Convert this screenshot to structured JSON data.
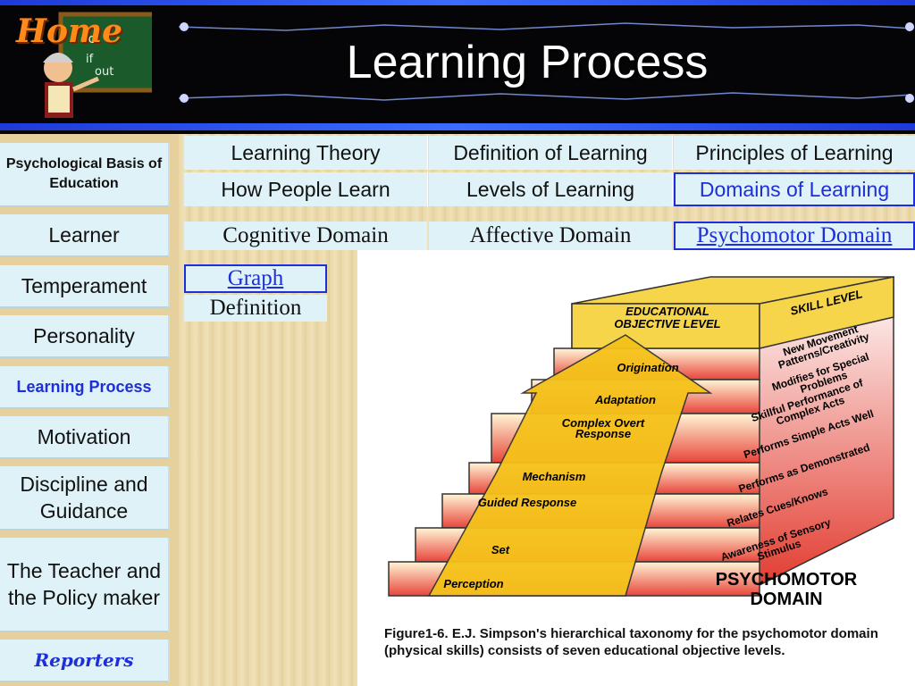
{
  "header": {
    "title": "Learning Process",
    "home_label": "Home"
  },
  "sidebar": [
    {
      "label": "Psychological Basis of Education",
      "name": "sidebar-item-psychological-basis"
    },
    {
      "label": "Learner",
      "name": "sidebar-item-learner"
    },
    {
      "label": "Temperament",
      "name": "sidebar-item-temperament"
    },
    {
      "label": "Personality",
      "name": "sidebar-item-personality"
    },
    {
      "label": "Learning Process",
      "name": "sidebar-item-learning-process"
    },
    {
      "label": "Motivation",
      "name": "sidebar-item-motivation"
    },
    {
      "label": "Discipline and Guidance",
      "name": "sidebar-item-discipline"
    },
    {
      "label": "The Teacher and the Policy maker",
      "name": "sidebar-item-teacher"
    },
    {
      "label": "Reporters",
      "name": "sidebar-item-reporters"
    }
  ],
  "nav": [
    "Learning Theory",
    "Definition of Learning",
    "Principles of Learning",
    "How People Learn",
    "Levels of Learning",
    "Domains of Learning"
  ],
  "domains": [
    "Cognitive Domain",
    "Affective Domain",
    "Psychomotor Domain"
  ],
  "subnav": {
    "graph": "Graph",
    "definition": "Definition"
  },
  "figure": {
    "header_left": "EDUCATIONAL OBJECTIVE LEVEL",
    "header_right": "SKILL LEVEL",
    "levels": [
      "Origination",
      "Adaptation",
      "Complex Overt Response",
      "Mechanism",
      "Guided Response",
      "Set",
      "Perception"
    ],
    "skills": [
      "New Movement Patterns/Creativity",
      "Modifies for Special Problems",
      "Skillful Performance of Complex Acts",
      "Performs Simple Acts Well",
      "Performs as Demonstrated",
      "Relates Cues/Knows",
      "Awareness of Sensory Stimulus"
    ],
    "domain_label": "PSYCHOMOTOR DOMAIN",
    "caption": "Figure1-6. E.J. Simpson's hierarchical taxonomy for the psychomotor domain (physical skills) consists of seven educational objective levels."
  }
}
